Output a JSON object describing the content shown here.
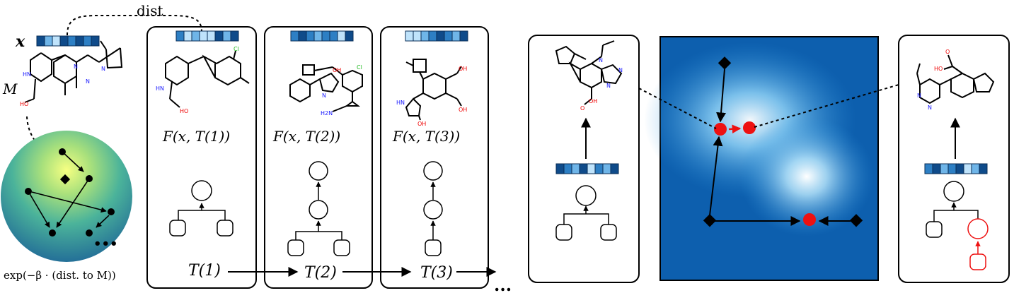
{
  "labels": {
    "dist": "dist",
    "x": "x",
    "M": "M",
    "formula": "exp(−β · (dist. to M))",
    "ellipsis_sphere": "•••",
    "ellipsis_tail": "..."
  },
  "columns": [
    {
      "F": "F(x, T(1))",
      "T": "T(1)"
    },
    {
      "F": "F(x, T(2))",
      "T": "T(2)"
    },
    {
      "F": "F(x, T(3))",
      "T": "T(3)"
    }
  ],
  "atoms": {
    "HN": "HN",
    "HO": "HO",
    "N": "N",
    "Cl": "Cl",
    "OH": "OH",
    "O": "O",
    "H2N": "H2N"
  },
  "fingerprints": {
    "x": [
      3,
      1,
      0,
      3,
      2,
      3,
      2,
      3
    ],
    "t1": [
      2,
      0,
      1,
      0,
      0,
      3,
      1,
      3
    ],
    "t2": [
      2,
      3,
      2,
      1,
      2,
      2,
      0,
      3
    ],
    "t3": [
      0,
      0,
      1,
      2,
      3,
      2,
      1,
      3
    ],
    "opt_left": [
      3,
      2,
      1,
      3,
      0,
      2,
      1,
      3
    ],
    "opt_right": [
      2,
      3,
      1,
      2,
      3,
      0,
      1,
      3
    ]
  },
  "colors": {
    "fp": [
      "#bfe3fb",
      "#6fb5e8",
      "#2d7fc4",
      "#0f4b8a"
    ],
    "landscape_bg": "#0d5fae",
    "highlight": "#ee1111",
    "sphere_center": "#f4ff7a",
    "sphere_edge": "#1f6fa0"
  }
}
